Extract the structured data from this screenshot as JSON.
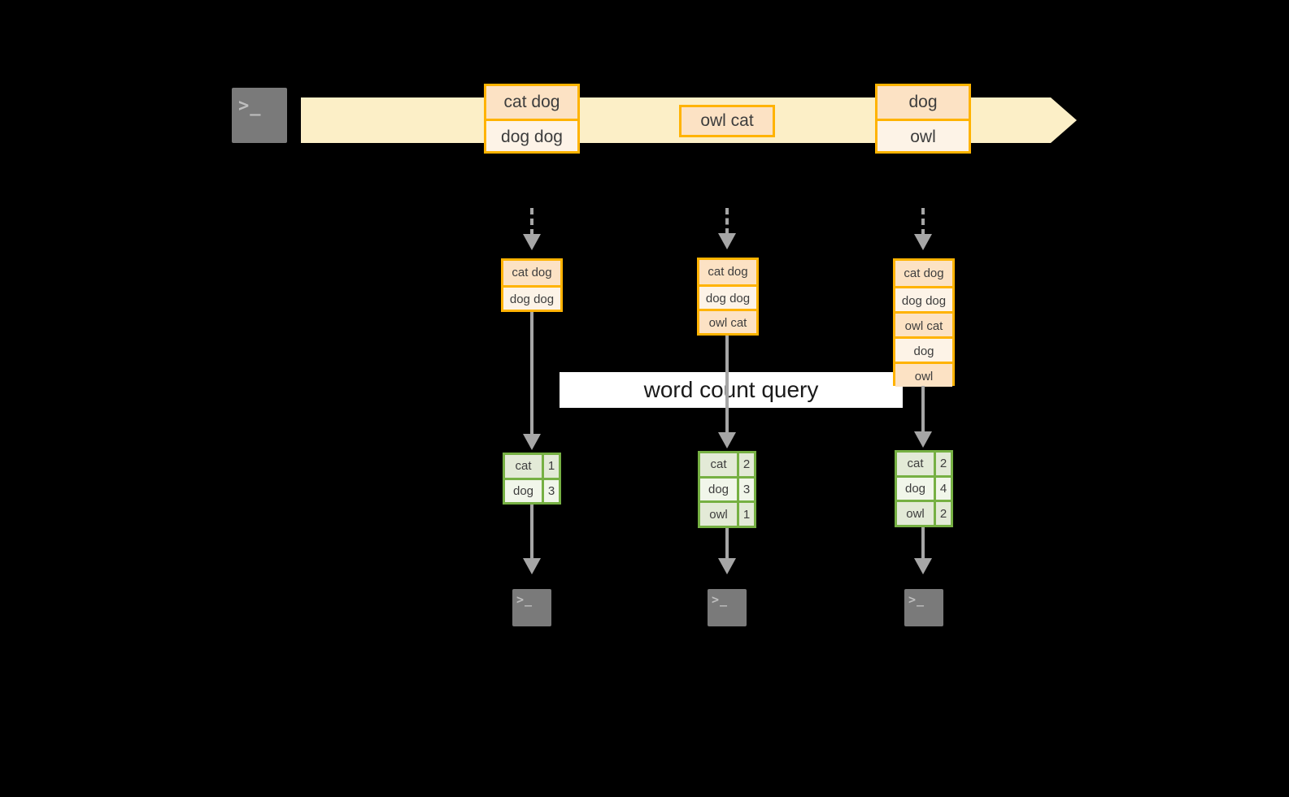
{
  "diagram": {
    "title_label": "word count query",
    "colors": {
      "background": "#000000",
      "stream_fill": "#FCEFC7",
      "record_border": "#FFB300",
      "record_dark": "#FCE2C4",
      "record_light": "#FDF3E7",
      "result_border": "#76B043",
      "result_dark": "#E3EAD7",
      "result_light": "#F1F6EA",
      "connector": "#A6A6A6",
      "terminal_fill": "#7A7A7A",
      "label_band": "#FFFFFF"
    }
  },
  "source": {
    "icon": "terminal-icon",
    "prompt_glyph": ">_"
  },
  "stream": {
    "arrow_icon": "right-arrow-icon",
    "events": [
      {
        "id": "event-1",
        "lines": [
          {
            "text": "cat dog",
            "shade": "dark"
          },
          {
            "text": "dog dog",
            "shade": "light"
          }
        ]
      },
      {
        "id": "event-2",
        "lines": [
          {
            "text": "owl cat",
            "shade": "dark"
          }
        ]
      },
      {
        "id": "event-3",
        "lines": [
          {
            "text": "dog",
            "shade": "dark"
          },
          {
            "text": "owl",
            "shade": "light"
          }
        ]
      }
    ]
  },
  "snapshots": [
    {
      "id": "snapshot-1",
      "lines": [
        {
          "text": "cat dog",
          "shade": "dark"
        },
        {
          "text": "dog dog",
          "shade": "light"
        }
      ],
      "result": {
        "rows": [
          {
            "word": "cat",
            "count": "1",
            "shade": "dark"
          },
          {
            "word": "dog",
            "count": "3",
            "shade": "light"
          }
        ]
      },
      "sink": {
        "icon": "terminal-icon",
        "prompt_glyph": ">_"
      }
    },
    {
      "id": "snapshot-2",
      "lines": [
        {
          "text": "cat dog",
          "shade": "dark"
        },
        {
          "text": "dog dog",
          "shade": "light"
        },
        {
          "text": "owl cat",
          "shade": "dark"
        }
      ],
      "result": {
        "rows": [
          {
            "word": "cat",
            "count": "2",
            "shade": "dark"
          },
          {
            "word": "dog",
            "count": "3",
            "shade": "light"
          },
          {
            "word": "owl",
            "count": "1",
            "shade": "dark"
          }
        ]
      },
      "sink": {
        "icon": "terminal-icon",
        "prompt_glyph": ">_"
      }
    },
    {
      "id": "snapshot-3",
      "lines": [
        {
          "text": "cat dog",
          "shade": "dark"
        },
        {
          "text": "dog dog",
          "shade": "light"
        },
        {
          "text": "owl cat",
          "shade": "dark"
        },
        {
          "text": "dog",
          "shade": "light"
        },
        {
          "text": "owl",
          "shade": "dark"
        }
      ],
      "result": {
        "rows": [
          {
            "word": "cat",
            "count": "2",
            "shade": "dark"
          },
          {
            "word": "dog",
            "count": "4",
            "shade": "light"
          },
          {
            "word": "owl",
            "count": "2",
            "shade": "dark"
          }
        ]
      },
      "sink": {
        "icon": "terminal-icon",
        "prompt_glyph": ">_"
      }
    }
  ]
}
